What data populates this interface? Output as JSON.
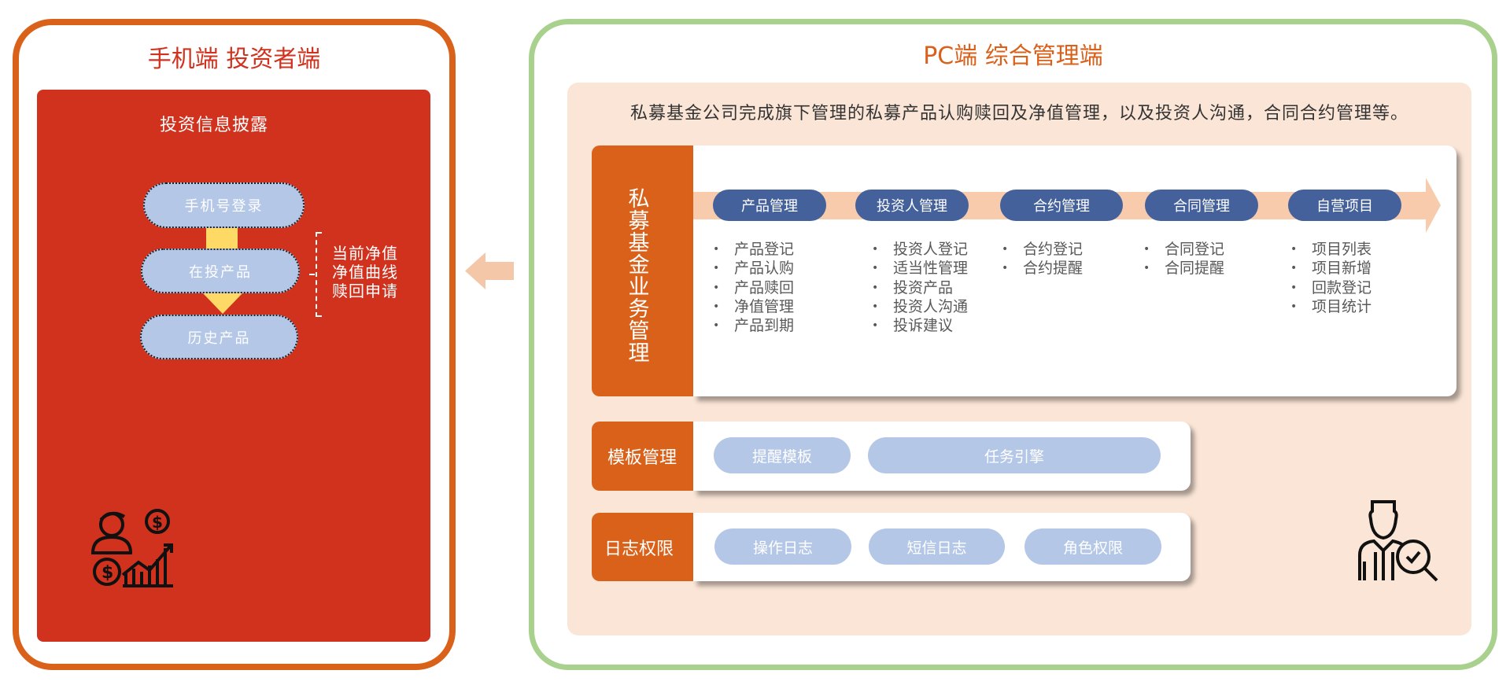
{
  "mobile": {
    "title": "手机端 投资者端",
    "section_title": "投资信息披露",
    "flow": [
      "手机号登录",
      "在投产品",
      "历史产品"
    ],
    "product_details": [
      "当前净值",
      "净值曲线",
      "赎回申请"
    ],
    "icon": "investor-growth-icon"
  },
  "pc": {
    "title": "PC端 综合管理端",
    "description": "私募基金公司完成旗下管理的私募产品认购赎回及净值管理，以及投资人沟通，合同合约管理等。",
    "business": {
      "label": "私募基金业务管理",
      "modules": [
        {
          "name": "产品管理",
          "items": [
            "产品登记",
            "产品认购",
            "产品赎回",
            "净值管理",
            "产品到期"
          ]
        },
        {
          "name": "投资人管理",
          "items": [
            "投资人登记",
            "适当性管理",
            "投资产品",
            "投资人沟通",
            "投诉建议"
          ]
        },
        {
          "name": "合约管理",
          "items": [
            "合约登记",
            "合约提醒"
          ]
        },
        {
          "name": "合同管理",
          "items": [
            "合同登记",
            "合同提醒"
          ]
        },
        {
          "name": "自营项目",
          "items": [
            "项目列表",
            "项目新增",
            "回款登记",
            "项目统计"
          ]
        }
      ]
    },
    "template": {
      "label": "模板管理",
      "items": [
        "提醒模板",
        "任务引擎"
      ]
    },
    "logs": {
      "label": "日志权限",
      "items": [
        "操作日志",
        "短信日志",
        "角色权限"
      ]
    },
    "icon": "manager-audit-icon"
  },
  "colors": {
    "orange": "#d9611a",
    "red": "#d0321e",
    "green": "#a9d18e",
    "navy": "#44619b",
    "lightblue": "#b4c7e7",
    "peach": "#fae5d6"
  }
}
